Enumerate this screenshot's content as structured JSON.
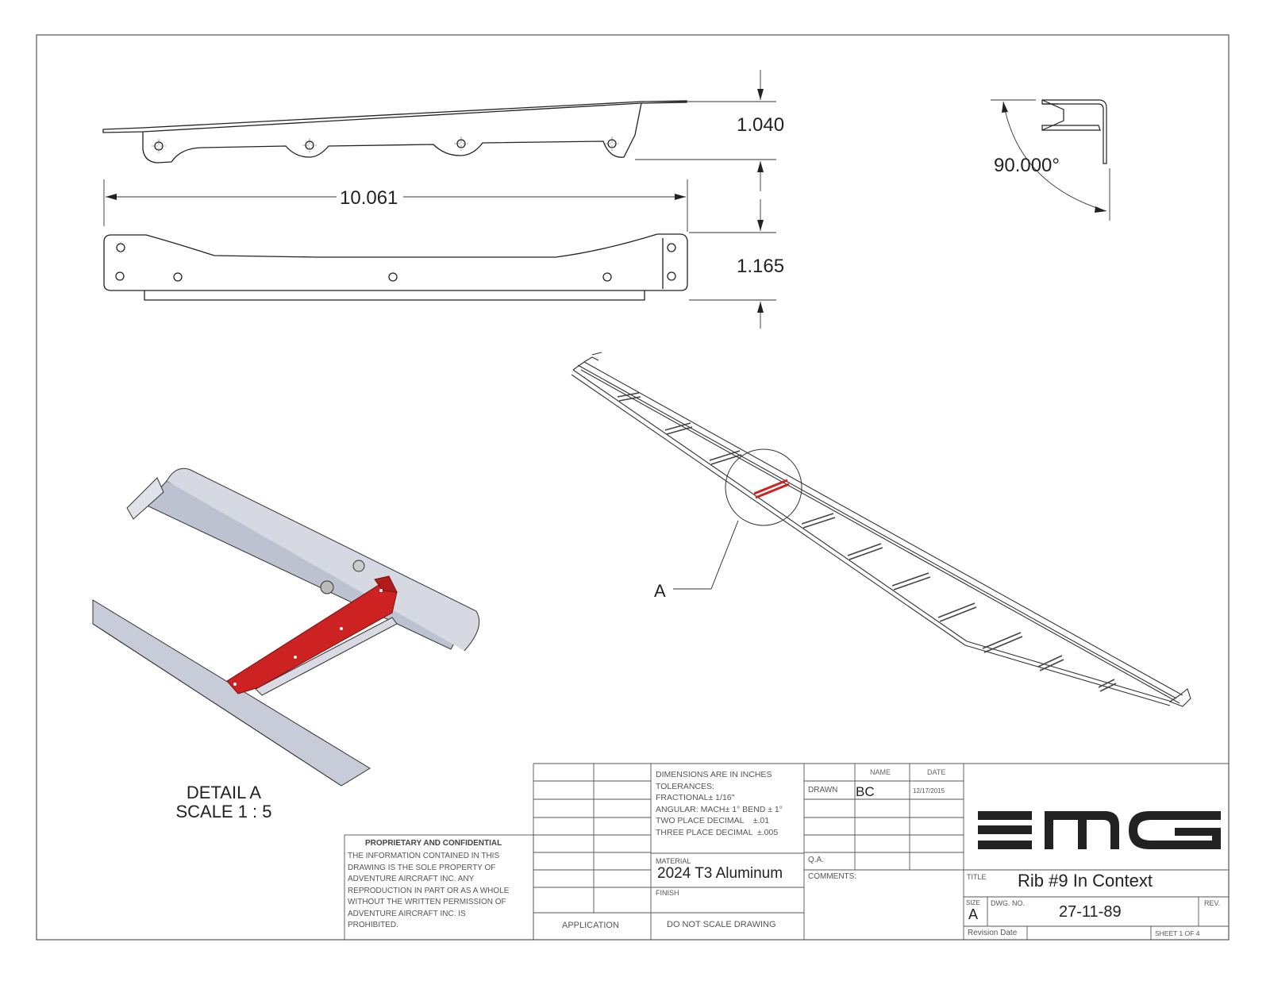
{
  "drawing": {
    "dimensions": {
      "height_top": "1.040",
      "length": "10.061",
      "height_bottom": "1.165",
      "angle": "90.000°"
    },
    "detail_callout": "A",
    "detail_title": "DETAIL A",
    "detail_scale": "SCALE 1 : 5"
  },
  "title_block": {
    "proprietary_title": "PROPRIETARY AND CONFIDENTIAL",
    "proprietary_lines": [
      "THE INFORMATION CONTAINED IN THIS",
      "DRAWING IS THE SOLE PROPERTY OF",
      "ADVENTURE AIRCRAFT INC.  ANY",
      "REPRODUCTION IN PART OR AS A WHOLE",
      "WITHOUT THE WRITTEN PERMISSION OF",
      "ADVENTURE AIRCRAFT INC. IS",
      "PROHIBITED."
    ],
    "application": "APPLICATION",
    "tolerance_lines": [
      "DIMENSIONS ARE IN INCHES",
      "TOLERANCES:",
      "FRACTIONAL± 1/16\"",
      "ANGULAR: MACH± 1° BEND ± 1°",
      "TWO PLACE DECIMAL    ±.01",
      "THREE PLACE DECIMAL  ±.005"
    ],
    "material_label": "MATERIAL",
    "material": "2024 T3 Aluminum",
    "finish_label": "FINISH",
    "do_not_scale": "DO NOT SCALE DRAWING",
    "name_header": "NAME",
    "date_header": "DATE",
    "drawn_label": "DRAWN",
    "drawn_name": "BC",
    "drawn_date": "12/17/2015",
    "qa_label": "Q.A.",
    "comments_label": "COMMENTS:",
    "logo_text": "EMG",
    "title_label": "TITLE",
    "title": "Rib #9 In Context",
    "size_label": "SIZE",
    "size": "A",
    "dwg_no_label": "DWG.  NO.",
    "dwg_no": "27-11-89",
    "rev_label": "REV.",
    "revision_date_label": "Revision Date",
    "sheet": "SHEET 1 OF 4"
  },
  "colors": {
    "highlight": "#cc2222",
    "line": "#222222",
    "grey_fill": "#c9cdd8"
  }
}
